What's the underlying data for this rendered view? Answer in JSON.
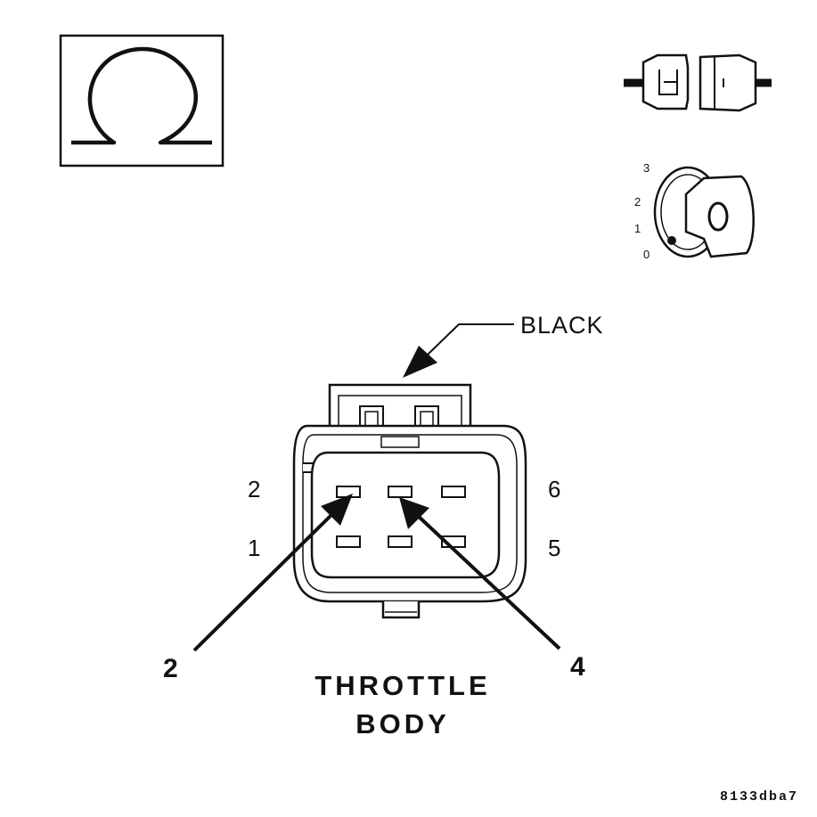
{
  "icons": {
    "meter": "ohmmeter-icon",
    "connector": "disconnect-connector-icon",
    "ignition": "ignition-key-off-icon"
  },
  "ignition": {
    "positions": [
      "3",
      "2",
      "1",
      "0"
    ],
    "key_label": "0"
  },
  "connector": {
    "color_label": "BLACK",
    "name_line1": "THROTTLE",
    "name_line2": "BODY",
    "cavity_numbers": {
      "top_left": "2",
      "bottom_left": "1",
      "top_right": "6",
      "bottom_right": "5"
    },
    "callouts": [
      "2",
      "4"
    ]
  },
  "figure_code": "8133dba7"
}
